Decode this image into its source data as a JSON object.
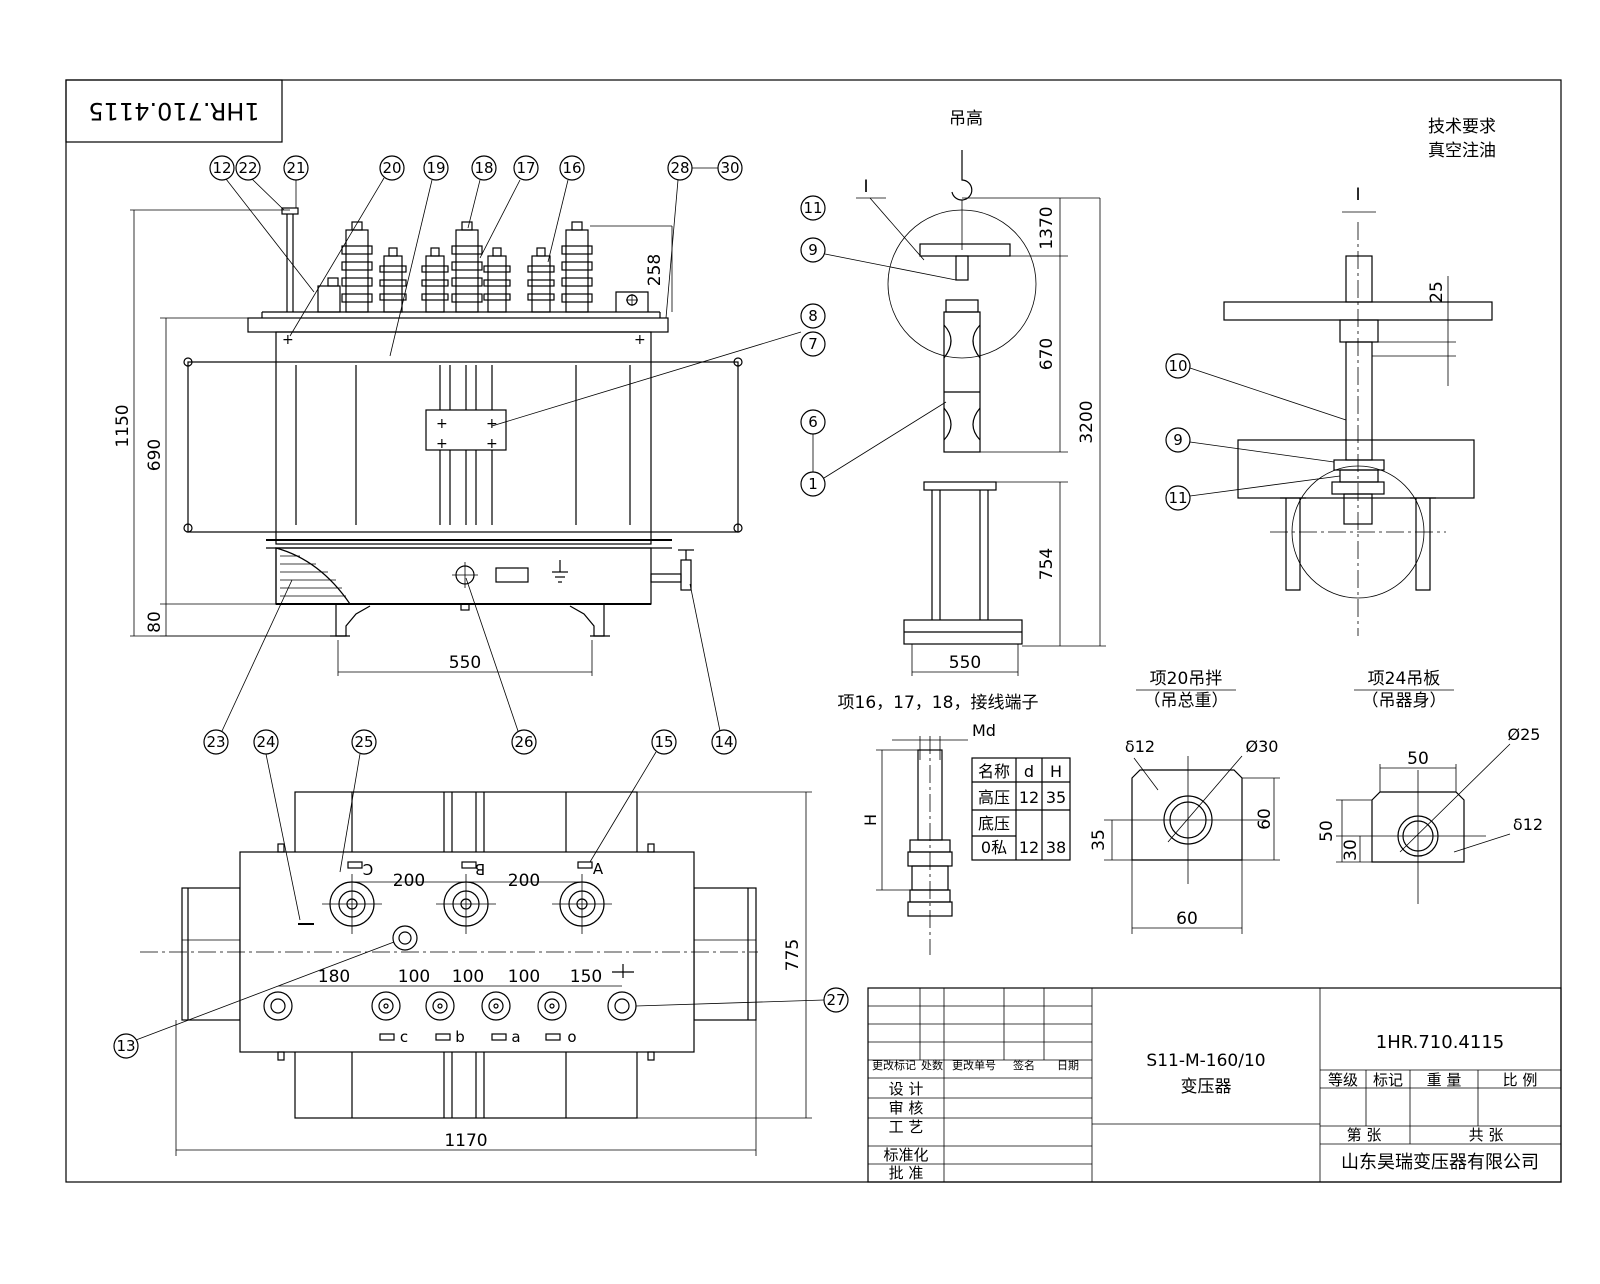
{
  "drawing_number": "1HR.710.4115",
  "tech_requirements": {
    "title": "技术要求",
    "item": "真空注油"
  },
  "lift_height_label": "吊高",
  "section_marker": "I",
  "front_view": {
    "dims": {
      "total_height": "1150",
      "tank_height": "690",
      "base_height": "80",
      "top_clearance": "258",
      "wheel_gauge": "550"
    },
    "balloons": [
      "12",
      "22",
      "21",
      "20",
      "19",
      "18",
      "17",
      "16",
      "28",
      "30",
      "8",
      "7",
      "23",
      "26",
      "14"
    ]
  },
  "lift_view": {
    "dims": {
      "top": "1370",
      "middle": "670",
      "total": "3200",
      "bottom": "754",
      "width": "550"
    },
    "balloons": [
      "11",
      "9",
      "6",
      "1"
    ]
  },
  "detail_view": {
    "dims": {
      "gap": "25"
    },
    "balloons": [
      "10",
      "9",
      "11"
    ]
  },
  "top_view": {
    "dims": {
      "hv_spacing_1": "200",
      "hv_spacing_2": "200",
      "lv_1": "180",
      "lv_2": "100",
      "lv_3": "100",
      "lv_4": "100",
      "lv_5": "150",
      "depth": "775",
      "length": "1170"
    },
    "hv_labels": [
      "C",
      "B",
      "A"
    ],
    "lv_labels": [
      "c",
      "b",
      "a",
      "o"
    ],
    "balloons": [
      "24",
      "25",
      "15",
      "13",
      "27"
    ]
  },
  "terminal_detail": {
    "caption": "项16，17，18，接线端子",
    "md_label": "Md",
    "h_label": "H",
    "table": {
      "headers": [
        "名称",
        "d",
        "H"
      ],
      "rows": [
        [
          "高压",
          "12",
          "35"
        ],
        [
          "底压",
          "",
          ""
        ],
        [
          "0私",
          "12",
          "38"
        ]
      ]
    }
  },
  "lifting_lug": {
    "title": "项20吊拌",
    "subtitle": "（吊总重）",
    "thickness": "δ12",
    "hole": "Ø30",
    "dims": {
      "height": "60",
      "hole_center": "35",
      "width": "60"
    }
  },
  "lifting_plate": {
    "title": "项24吊板",
    "subtitle": "（吊器身）",
    "thickness": "δ12",
    "hole": "Ø25",
    "dims": {
      "top_width": "50",
      "height": "50",
      "hole_center": "30"
    }
  },
  "title_block": {
    "header_cells": [
      "更改标记",
      "处数",
      "更改单号",
      "签名",
      "日期"
    ],
    "roles": [
      "设 计",
      "审 核",
      "工 艺",
      "标准化",
      "批 准"
    ],
    "product_model": "S11-M-160/10",
    "product_name": "变压器",
    "drawing_no": "1HR.710.4115",
    "stage_cells": [
      "等级",
      "标记",
      "重 量",
      "比 例"
    ],
    "sheet_cells": [
      "第 张",
      "共 张"
    ],
    "company": "山东昊瑞变压器有限公司"
  }
}
